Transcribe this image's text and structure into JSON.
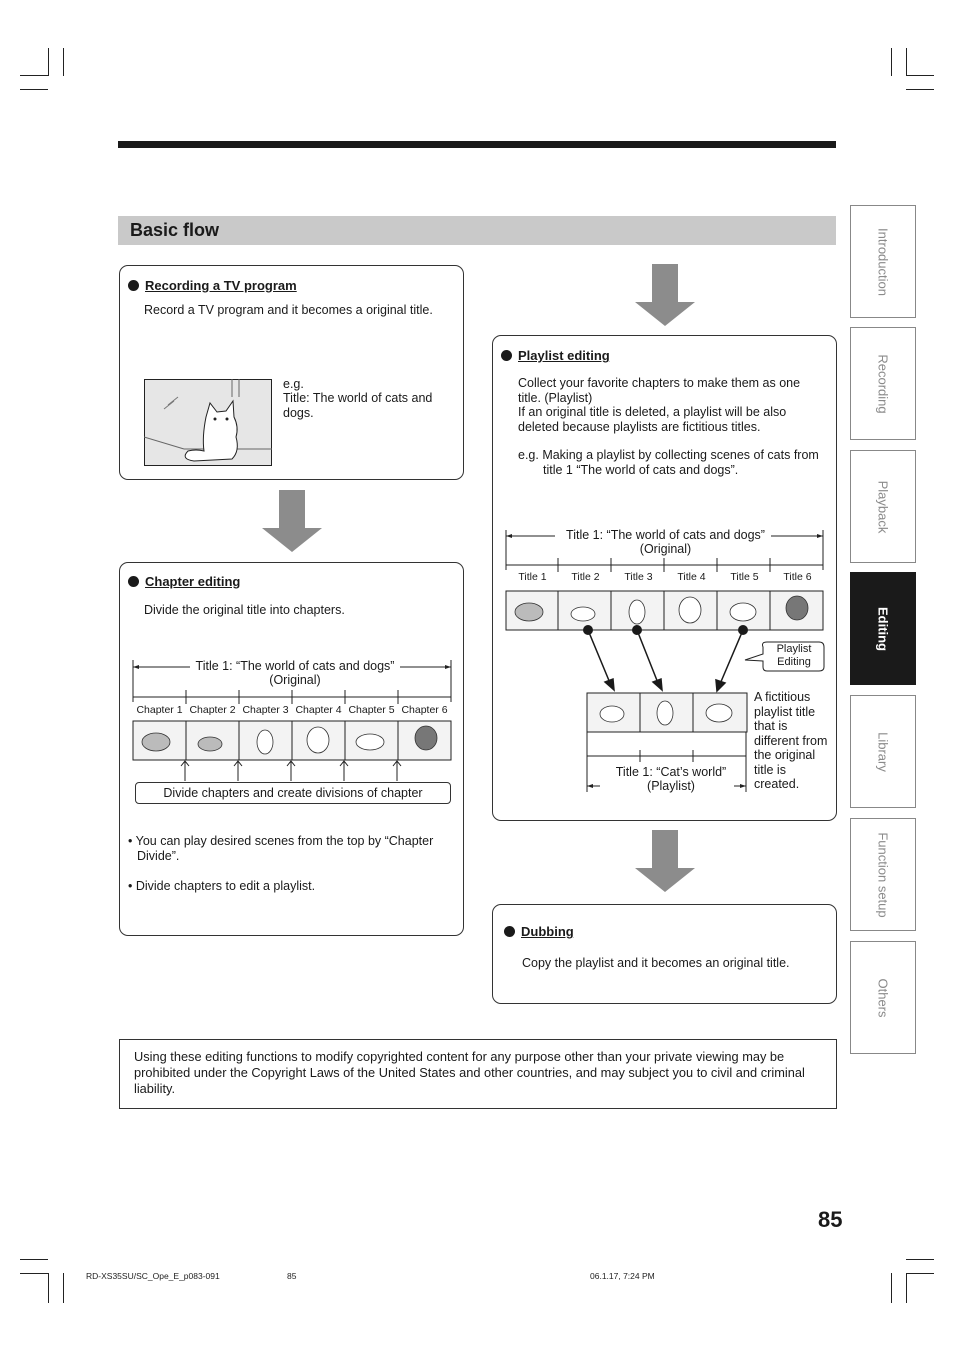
{
  "section_title": "Basic flow",
  "recording": {
    "heading": "Recording a TV program",
    "description": "Record a TV program and it becomes a original title.",
    "eg_label": "e.g.",
    "eg_title": "Title: The world of cats and dogs."
  },
  "chapter": {
    "heading": "Chapter editing",
    "description": "Divide the original title into chapters.",
    "title_label": "Title 1: “The world of cats and dogs”",
    "title_sub": "(Original)",
    "chapters": [
      "Chapter 1",
      "Chapter 2",
      "Chapter 3",
      "Chapter 4",
      "Chapter 5",
      "Chapter 6"
    ],
    "divide_caption": "Divide chapters and create divisions of chapter",
    "notes": [
      "• You can play desired scenes from the top by “Chapter Divide”.",
      "• Divide chapters to edit a playlist."
    ]
  },
  "playlist": {
    "heading": "Playlist editing",
    "description": "Collect your favorite chapters to make them as one title. (Playlist)",
    "note": "If an original title is deleted, a playlist will be also deleted because playlists are fictitious titles.",
    "eg": "e.g. Making a playlist by collecting scenes of cats from title 1 “The world of cats and dogs”.",
    "title_label": "Title 1: “The world of cats and dogs”",
    "title_sub": "(Original)",
    "titles": [
      "Title 1",
      "Title 2",
      "Title 3",
      "Title 4",
      "Title 5",
      "Title 6"
    ],
    "callout": "Playlist Editing",
    "result_label": "Title 1: “Cat’s world”",
    "result_sub": "(Playlist)",
    "fictitious_note": "A fictitious playlist title that is different from the original title is created."
  },
  "dubbing": {
    "heading": "Dubbing",
    "description": "Copy the playlist and it becomes an original title."
  },
  "notice": "Using these editing functions to modify copyrighted content for any purpose other than your private viewing may be prohibited under the Copyright Laws of the United States and other countries, and may subject you to civil and criminal liability.",
  "tabs": [
    {
      "label": "Introduction",
      "active": false
    },
    {
      "label": "Recording",
      "active": false
    },
    {
      "label": "Playback",
      "active": false
    },
    {
      "label": "Editing",
      "active": true
    },
    {
      "label": "Library",
      "active": false
    },
    {
      "label": "Function setup",
      "active": false
    },
    {
      "label": "Others",
      "active": false
    }
  ],
  "page_number": "85",
  "footer": {
    "file": "RD-XS35SU/SC_Ope_E_p083-091",
    "page": "85",
    "timestamp": "06.1.17, 7:24 PM"
  },
  "colors": {
    "arrow": "#8c8c8c",
    "section_bar": "#c9c9c9",
    "active_tab": "#1a1a1a"
  }
}
